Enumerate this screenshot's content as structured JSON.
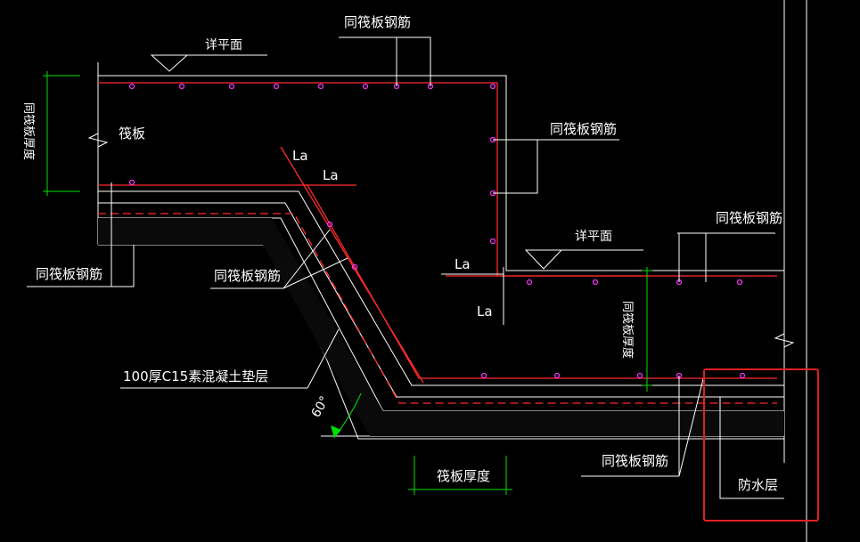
{
  "labels": {
    "top_rebar": "同筏板钢筋",
    "detail_plan_top": "详平面",
    "raft_slab": "筏板",
    "same_thickness_left": "同筏板厚度",
    "la_1": "La",
    "la_2": "La",
    "la_3": "La",
    "la_4": "La",
    "rebar_right_upper": "同筏板钢筋",
    "rebar_right_top": "同筏板钢筋",
    "detail_plan_right": "详平面",
    "rebar_left": "同筏板钢筋",
    "rebar_slope": "同筏板钢筋",
    "same_thickness_right": "同筏板厚度",
    "cushion": "100厚C15素混凝土垫层",
    "angle": "60°",
    "raft_thickness": "筏板厚度",
    "rebar_bottom": "同筏板钢筋",
    "waterproof": "防水层"
  },
  "colors": {
    "background": "#000000",
    "line": "#ffffff",
    "rebar": "#ff2a2a",
    "dimension": "#00e000",
    "dot": "#ff33ff",
    "highlight": "#e02020"
  },
  "slope_angle_deg": 60
}
